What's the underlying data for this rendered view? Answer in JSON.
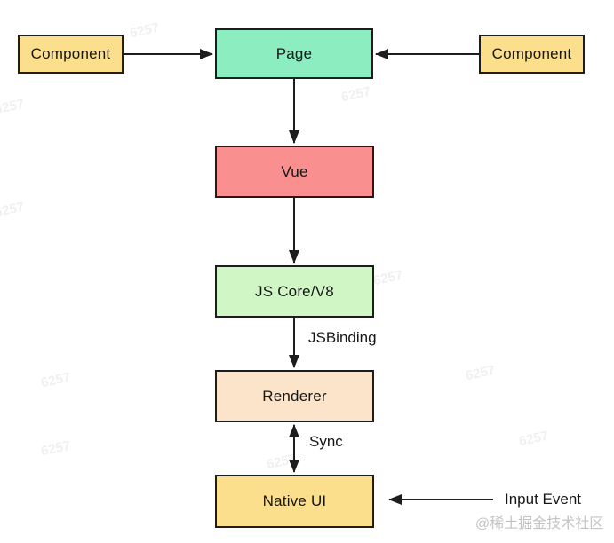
{
  "diagram": {
    "nodes": [
      {
        "id": "component-left",
        "label": "Component",
        "fill": "#FBDF8D"
      },
      {
        "id": "page",
        "label": "Page",
        "fill": "#8CEEC0"
      },
      {
        "id": "component-right",
        "label": "Component",
        "fill": "#FBDF8D"
      },
      {
        "id": "vue",
        "label": "Vue",
        "fill": "#F98F8F"
      },
      {
        "id": "js-core",
        "label": "JS Core/V8",
        "fill": "#D0F6C6"
      },
      {
        "id": "renderer",
        "label": "Renderer",
        "fill": "#FBE4C9"
      },
      {
        "id": "native-ui",
        "label": "Native UI",
        "fill": "#FBDF8D"
      }
    ],
    "edges": [
      {
        "from": "component-left",
        "to": "page",
        "direction": "right"
      },
      {
        "from": "component-right",
        "to": "page",
        "direction": "left"
      },
      {
        "from": "page",
        "to": "vue",
        "direction": "down"
      },
      {
        "from": "vue",
        "to": "js-core",
        "direction": "down"
      },
      {
        "from": "js-core",
        "to": "renderer",
        "direction": "down",
        "label": "JSBinding"
      },
      {
        "from": "renderer",
        "to": "native-ui",
        "direction": "both",
        "label": "Sync"
      },
      {
        "from": "input-event",
        "to": "native-ui",
        "direction": "left",
        "label": "Input Event"
      }
    ],
    "edge_labels": {
      "jsbinding": "JSBinding",
      "sync": "Sync",
      "input_event": "Input Event"
    },
    "colors": {
      "border": "#1d1d1d",
      "arrow": "#1d1d1d",
      "text": "#161616",
      "credit_text": "#c4c4c4",
      "background": "#ffffff"
    },
    "watermarks": {
      "diagonal_text": "6257",
      "credit": "@稀土掘金技术社区"
    }
  }
}
